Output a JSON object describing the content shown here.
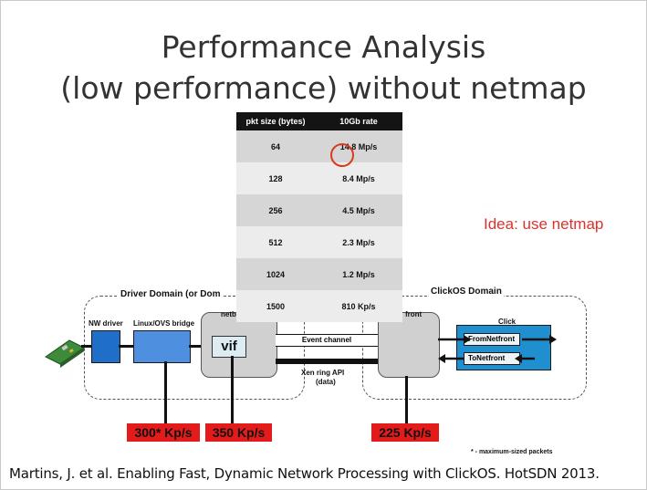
{
  "slide": {
    "title_line1": "Performance Analysis",
    "title_line2": "(low performance) without netmap",
    "idea": "Idea: use netmap",
    "citation": "Martins, J. et al. Enabling Fast, Dynamic Network Processing with ClickOS. HotSDN 2013.",
    "footnote": "* - maximum-sized packets"
  },
  "table": {
    "headers": [
      "pkt size (bytes)",
      "10Gb rate"
    ],
    "rows": [
      [
        "64",
        "14.8 Mp/s"
      ],
      [
        "128",
        "8.4 Mp/s"
      ],
      [
        "256",
        "4.5 Mp/s"
      ],
      [
        "512",
        "2.3 Mp/s"
      ],
      [
        "1024",
        "1.2 Mp/s"
      ],
      [
        "1500",
        "810 Kp/s"
      ]
    ]
  },
  "diagram": {
    "driver_domain_label": "Driver Domain (or Dom",
    "clickos_domain_label": "ClickOS Domain",
    "nw_driver": "NW driver",
    "bridge": "Linux/OVS bridge",
    "netback_partial": "netb",
    "vif": "vif",
    "netfront_partial": "front",
    "click": "Click",
    "from_netfront": "FromNetfront",
    "to_netfront": "ToNetfront",
    "event_channel": "Event channel",
    "xen_ring_line1": "Xen ring API",
    "xen_ring_line2": "(data)",
    "rate_bridge": "300* Kp/s",
    "rate_vif": "350 Kp/s",
    "rate_clickos": "225 Kp/s"
  },
  "colors": {
    "title": "#333333",
    "idea": "#e0302c",
    "rate_tag": "#e41b1b",
    "driver_box": "#1f6fc8",
    "click_box": "#1f8fd0",
    "table_header": "#141414"
  }
}
